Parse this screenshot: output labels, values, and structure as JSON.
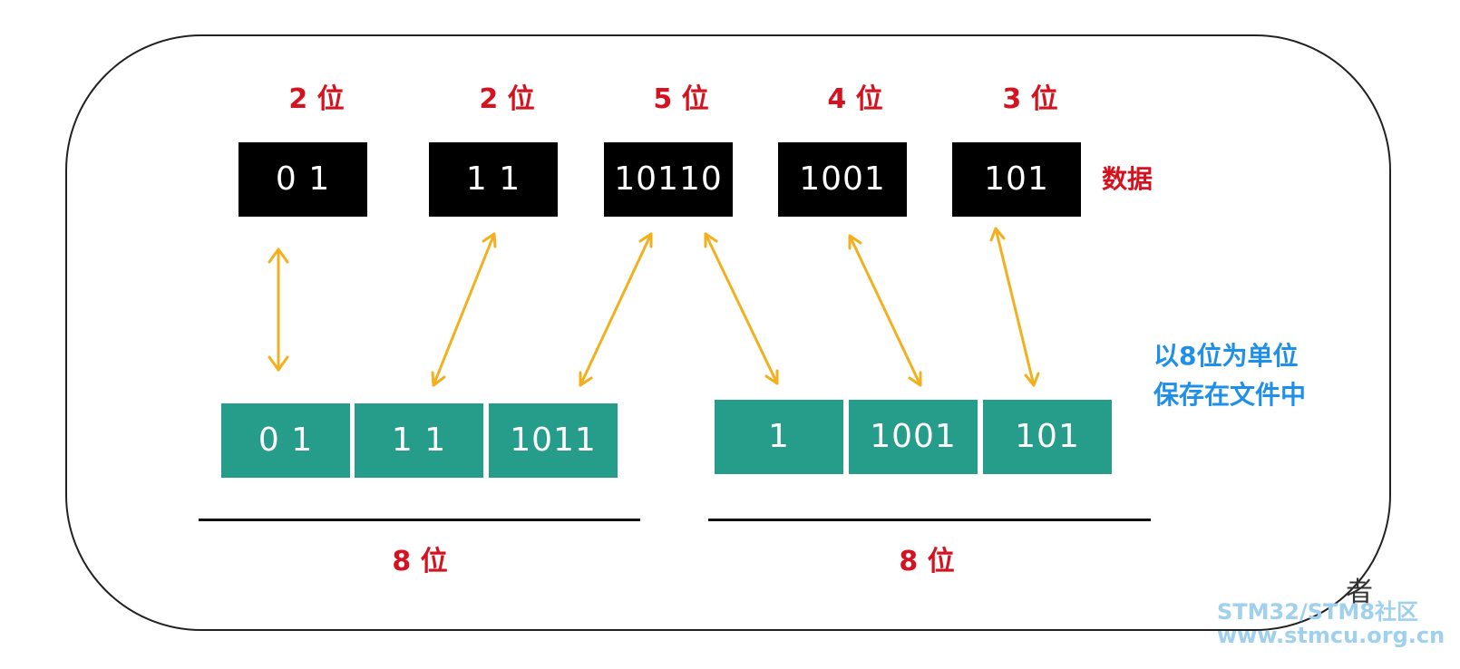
{
  "bit_labels": [
    "2 位",
    "2 位",
    "5 位",
    "4 位",
    "3 位"
  ],
  "data_boxes": [
    "0 1",
    "1 1",
    "10110",
    "1001",
    "101"
  ],
  "data_label": "数据",
  "byte_group_1": [
    "0 1",
    "1 1",
    "1011"
  ],
  "byte_group_2": [
    "1",
    "1001",
    "101"
  ],
  "byte_labels": [
    "8 位",
    "8 位"
  ],
  "storage_note": [
    "以8位为单位",
    "保存在文件中"
  ],
  "watermark": {
    "line1": "STM32/STM8社区",
    "line2": "www.stmcu.org.cn",
    "glyph": "者"
  },
  "colors": {
    "bit_label": "#d5121f",
    "data_box": "#000000",
    "byte_box": "#269c8a",
    "arrow": "#f2b01e",
    "note": "#1f8fe8"
  }
}
